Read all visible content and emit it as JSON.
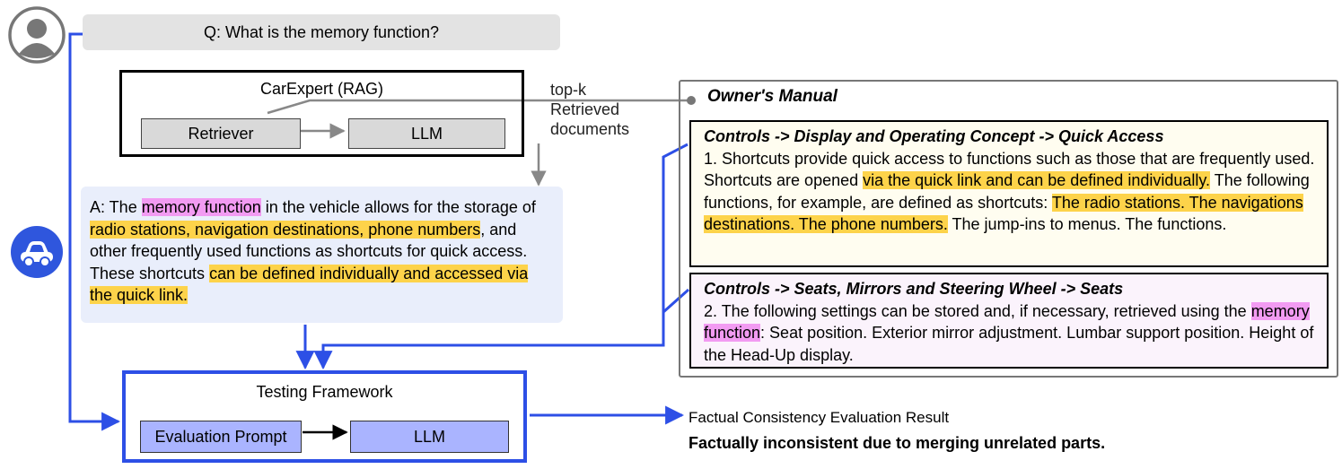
{
  "question": "Q: What is the memory function?",
  "rag": {
    "title": "CarExpert (RAG)",
    "retriever": "Retriever",
    "llm": "LLM"
  },
  "retrieval_label": [
    "top-k",
    "Retrieved",
    "documents"
  ],
  "answer": {
    "prefix": "A: The ",
    "hl_memory": "memory function",
    "part2": " in the vehicle allows for the storage of ",
    "hl_items": "radio stations, navigation destinations, phone numbers",
    "part3": ", and other frequently used functions as shortcuts for quick access. These shortcuts ",
    "hl_defined": "can be defined individually and accessed via the quick link."
  },
  "manual": {
    "title": "Owner's Manual",
    "doc1": {
      "heading": "Controls -> Display and Operating Concept -> Quick Access",
      "t1": "1. Shortcuts provide quick access to functions such as those that are frequently used. Shortcuts are opened ",
      "h1": "via the quick link and can be defined individually.",
      "t2": " The following functions, for example, are defined as shortcuts: ",
      "h2": "The radio stations. The navigations destinations. The phone numbers.",
      "t3": " The jump-ins to menus. The functions."
    },
    "doc2": {
      "heading": "Controls -> Seats, Mirrors and Steering Wheel -> Seats",
      "t1": "2. The following settings can be stored and, if necessary, retrieved using the ",
      "h1": "memory function",
      "t2": ": Seat position. Exterior mirror adjustment. Lumbar support position. Height of the Head-Up display."
    }
  },
  "testing": {
    "title": "Testing Framework",
    "prompt": "Evaluation Prompt",
    "llm": "LLM"
  },
  "result": {
    "label": "Factual Consistency Evaluation Result",
    "verdict": "Factually inconsistent due to merging unrelated parts."
  },
  "icons": {
    "user": "user-avatar-icon",
    "car": "car-icon"
  },
  "colors": {
    "highlight_yellow": "#fdd34a",
    "highlight_pink": "#f29bf2",
    "flow_blue": "#2d4fe6",
    "arrow_gray": "#888888"
  }
}
